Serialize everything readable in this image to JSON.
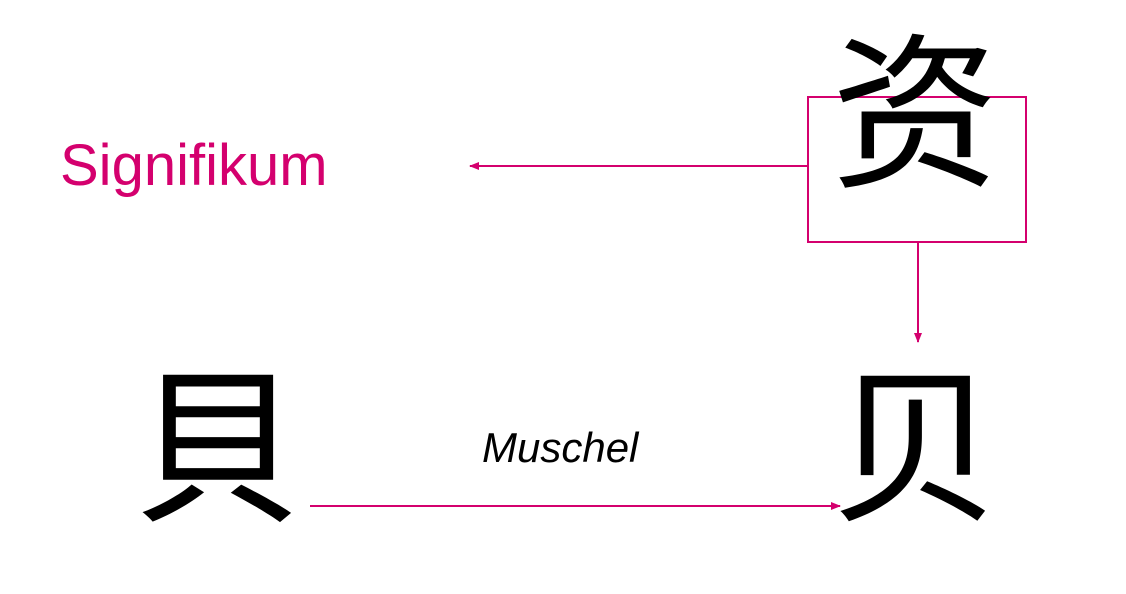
{
  "colors": {
    "accent": "#d4006e",
    "text": "#000000",
    "background": "#ffffff"
  },
  "labels": {
    "signifikum": "Signifikum",
    "muschel": "Muschel"
  },
  "characters": {
    "compound": "资",
    "traditional_radical": "貝",
    "simplified_radical": "贝"
  }
}
